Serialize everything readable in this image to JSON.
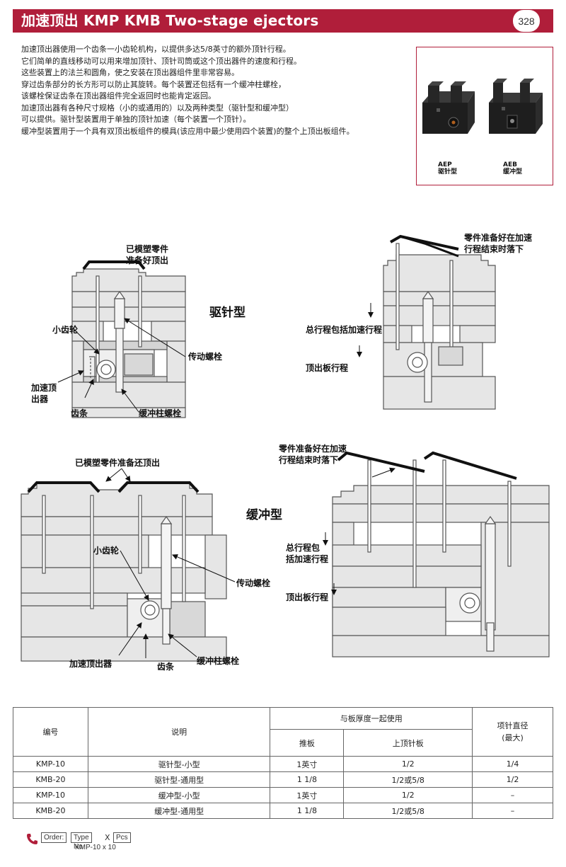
{
  "header": {
    "title": "加速顶出 KMP KMB  Two-stage ejectors",
    "page_number": "328"
  },
  "intro": {
    "lines": [
      "加速顶出器使用一个齿条一小齿轮机构，以提供多达5/8英寸的额外顶针行程。",
      "它们简单的直线移动可以用来增加顶针、顶针司筒或这个顶出器件的速度和行程。",
      "这些装置上的法兰和圆角，使之安装在顶出器组件里非常容易。",
      "穿过齿条部分的长方形可以防止其旋转。每个装置还包括有一个缓冲柱螺栓，",
      "该螺栓保证齿条在顶出器组件完全返回时也能肯定返回。",
      "加速顶出器有各种尺寸规格（小的或通用的）以及两种类型（驱针型和缓冲型）",
      "可以提供。驱针型装置用于单独的顶针加速（每个装置一个顶针）。",
      "缓冲型装置用于一个具有双顶出板组件的模具(该应用中最少使用四个装置)的整个上顶出板组件。"
    ]
  },
  "products": [
    {
      "code": "AEP",
      "type": "驱针型"
    },
    {
      "code": "AEB",
      "type": "缓冲型"
    }
  ],
  "diagram": {
    "drive_type_title": "驱针型",
    "buffer_type_title": "缓冲型",
    "labels": {
      "d1_part": "已模塑零件\n准备好顶出",
      "d1_pinion": "小齿轮",
      "d1_drive_bolt": "传动螺栓",
      "d1_accel": "加速顶\n出器",
      "d1_rack": "齿条",
      "d1_buffer_bolt": "缓冲柱螺栓",
      "d2_part": "零件准备好在加速\n行程结束时落下",
      "d2_total": "总行程包括加速行程",
      "d2_plate": "顶出板行程",
      "d3_part": "已模塑零件准备还顶出",
      "d3_pinion": "小齿轮",
      "d3_drive_bolt": "传动螺栓",
      "d3_accel": "加速顶出器",
      "d3_rack": "齿条",
      "d3_buffer_bolt": "缓冲柱螺栓",
      "d4_part": "零件准备好在加速\n行程结束时落下",
      "d4_total": "总行程包\n括加速行程",
      "d4_plate": "顶出板行程"
    }
  },
  "table": {
    "headers": {
      "code": "编号",
      "desc": "说明",
      "plate_group": "与板厚度一起使用",
      "push_plate": "推板",
      "top_plate": "上顶针板",
      "pin_dia": "项针直径\n(最大)"
    },
    "rows": [
      {
        "code": "KMP-10",
        "desc": "驱针型-小型",
        "push": "1英寸",
        "top": "1/2",
        "pin": "1/4"
      },
      {
        "code": "KMB-20",
        "desc": "驱针型-通用型",
        "push": "1 1/8",
        "top": "1/2或5/8",
        "pin": "1/2"
      },
      {
        "code": "KMP-10",
        "desc": "缓冲型-小型",
        "push": "1英寸",
        "top": "1/2",
        "pin": "–"
      },
      {
        "code": "KMB-20",
        "desc": "缓冲型-通用型",
        "push": "1 1/8",
        "top": "1/2或5/8",
        "pin": "–"
      }
    ]
  },
  "order": {
    "order_label": "Order:",
    "type_label": "Type No",
    "times": "X",
    "pcs_label": "Pcs",
    "example": "KMP-10  x  10"
  },
  "colors": {
    "brand": "#b01e3a",
    "plate_fill": "#e6e6e6",
    "outline": "#555555"
  }
}
